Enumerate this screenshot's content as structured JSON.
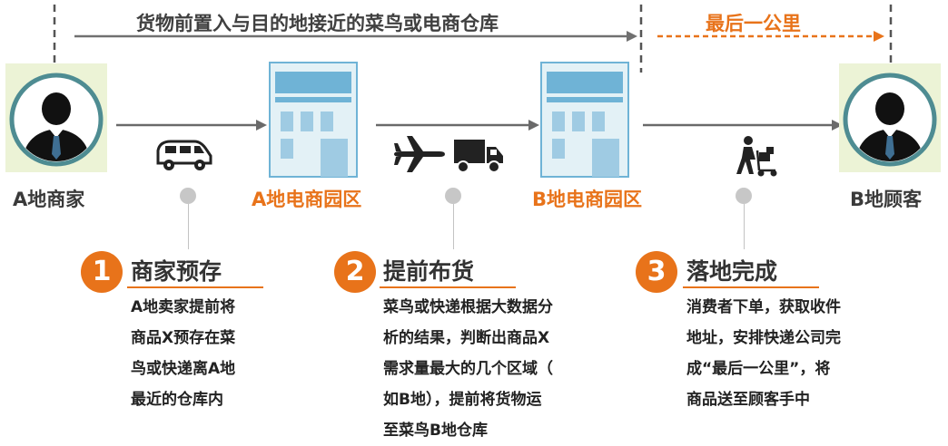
{
  "header": {
    "pre_stock_caption": "货物前置入与目的地接近的菜鸟或电商仓库",
    "last_mile_caption": "最后一公里"
  },
  "nodes": [
    {
      "label": "A地商家"
    },
    {
      "label": "A地电商园区"
    },
    {
      "label": "B地电商园区"
    },
    {
      "label": "B地顾客"
    }
  ],
  "steps": [
    {
      "number": "1",
      "title": "商家预存",
      "lines": [
        "A地卖家提前将",
        "商品X预存在菜",
        "鸟或快递离A地",
        "最近的仓库内"
      ]
    },
    {
      "number": "2",
      "title": "提前布货",
      "lines": [
        "菜鸟或快递根据大数据分",
        "析的结果，判断出商品X",
        "需求量最大的几个区域（",
        "如B地），提前将货物运",
        "至菜鸟B地仓库"
      ]
    },
    {
      "number": "3",
      "title": "落地完成",
      "lines": [
        "消费者下单，获取收件",
        "地址，安排快递公司完",
        "成“最后一公里”，将",
        "商品送至顾客手中"
      ]
    }
  ],
  "colors": {
    "accent": "#e8731a",
    "text": "#333333",
    "connector": "#c3c3c3",
    "warehouse_blue": "#6fb3d6"
  }
}
